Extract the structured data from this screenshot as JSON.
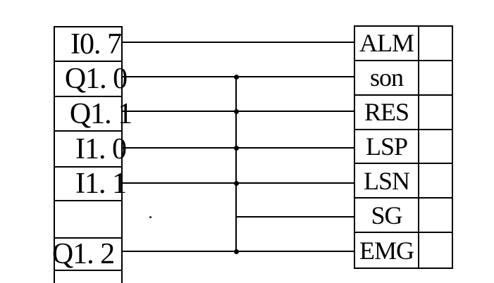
{
  "diagram": {
    "type": "wiring-diagram",
    "colors": {
      "line": "#000000",
      "background": "#ffffff"
    },
    "left_table": {
      "rows": [
        {
          "label": "I0. 7"
        },
        {
          "label": "Q1. 0"
        },
        {
          "label": "Q1. 1"
        },
        {
          "label": "I1. 0"
        },
        {
          "label": "I1. 1"
        },
        {
          "label": ""
        },
        {
          "label": "Q1. 2"
        },
        {
          "label": ""
        }
      ]
    },
    "right_table": {
      "rows": [
        {
          "label": "ALM"
        },
        {
          "label": "son"
        },
        {
          "label": "RES"
        },
        {
          "label": "LSP"
        },
        {
          "label": "LSN"
        },
        {
          "label": "SG"
        },
        {
          "label": "EMG"
        }
      ]
    },
    "connections": [
      {
        "from": "I0.7",
        "to": "ALM",
        "junction_dot": false
      },
      {
        "from": "Q1.0",
        "to": "son",
        "junction_dot": true
      },
      {
        "from": "Q1.1",
        "to": "RES",
        "junction_dot": true
      },
      {
        "from": "I1.0",
        "to": "LSP",
        "junction_dot": true
      },
      {
        "from": "I1.1",
        "to": "LSN",
        "junction_dot": true
      },
      {
        "from": "bus",
        "to": "SG",
        "junction_dot": false
      },
      {
        "from": "Q1.2",
        "to": "EMG",
        "junction_dot": true
      }
    ],
    "bus": {
      "joins": [
        "Q1.0",
        "Q1.1",
        "I1.0",
        "I1.1",
        "SG",
        "EMG"
      ]
    }
  }
}
